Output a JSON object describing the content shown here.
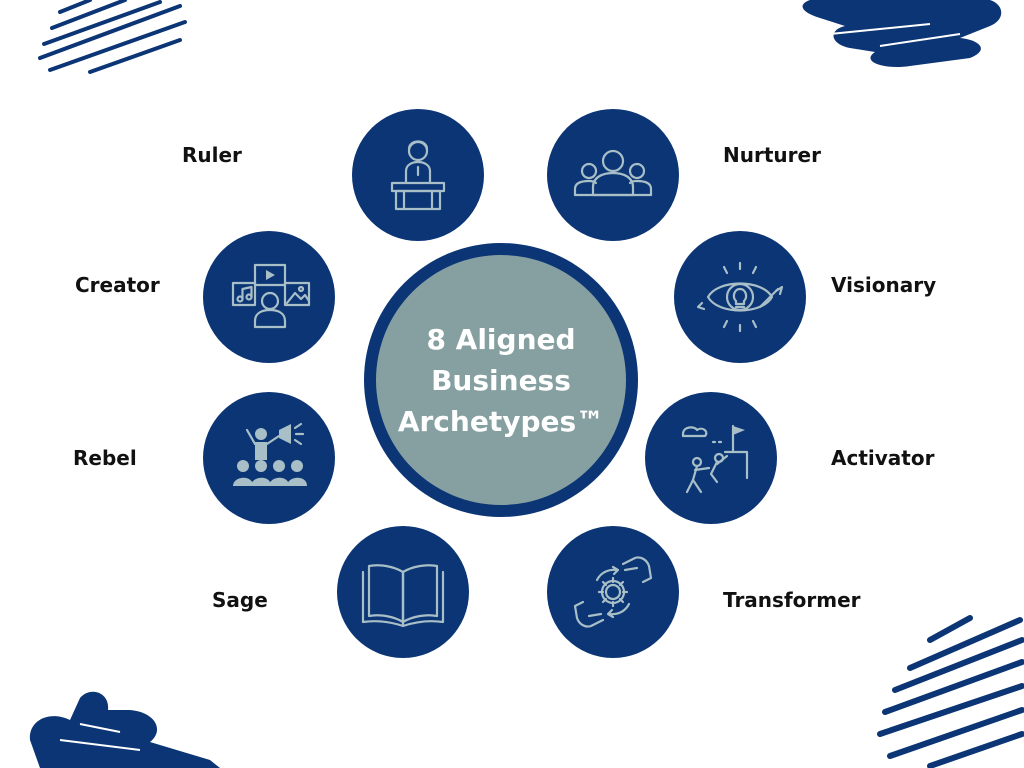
{
  "center": {
    "title": "8 Aligned Business Archetypes™"
  },
  "archetypes": [
    {
      "label": "Ruler",
      "icon": "podium-speaker-icon"
    },
    {
      "label": "Nurturer",
      "icon": "group-people-icon"
    },
    {
      "label": "Creator",
      "icon": "media-creator-icon"
    },
    {
      "label": "Visionary",
      "icon": "eye-lightbulb-icon"
    },
    {
      "label": "Rebel",
      "icon": "megaphone-crowd-icon"
    },
    {
      "label": "Activator",
      "icon": "climbing-flag-icon"
    },
    {
      "label": "Sage",
      "icon": "open-book-icon"
    },
    {
      "label": "Transformer",
      "icon": "hands-gear-icon"
    }
  ],
  "colors": {
    "navy": "#0b3575",
    "center_fill": "#86a0a1",
    "icon_stroke": "#a9bfc7",
    "background": "#ffffff"
  }
}
